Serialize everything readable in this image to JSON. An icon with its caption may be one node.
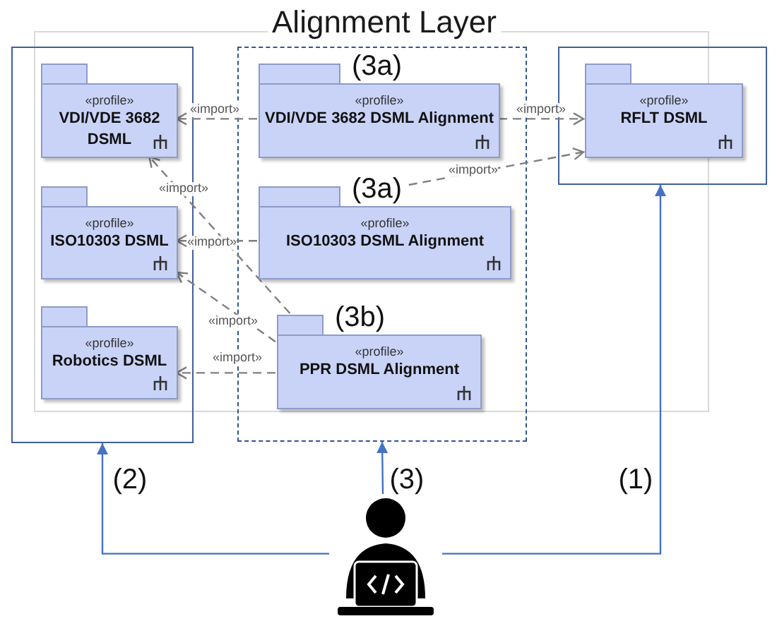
{
  "diagram": {
    "title": "Alignment Layer",
    "nodes": [
      {
        "text": [],
        "shape": "box"
      },
      {
        "text": [
          "«profile»",
          "VDI/VDE 3682 DSML"
        ],
        "in": 0
      },
      {
        "text": [
          "«profile»",
          "ISO10303 DSML"
        ],
        "in": 0
      },
      {
        "text": [
          "«profile»",
          "Robotics DSML"
        ],
        "in": 0
      },
      {
        "text": [],
        "shape": "box"
      },
      {
        "text": [
          "«profile»",
          "VDI/VDE 3682 DSML Alignment"
        ],
        "in": 4,
        "beside": [
          "(3a)"
        ]
      },
      {
        "text": [
          "«profile»",
          "ISO10303 DSML Alignment"
        ],
        "in": 4,
        "beside": [
          "(3a)"
        ]
      },
      {
        "text": [
          "«profile»",
          "PPR DSML Alignment"
        ],
        "in": 4,
        "beside": [
          "(3b)"
        ]
      },
      {
        "text": [],
        "shape": "box"
      },
      {
        "text": [
          "«profile»",
          "RFLT DSML"
        ],
        "in": 8
      },
      {
        "text": [],
        "shape": "person"
      }
    ],
    "edges": [
      {
        "from": 5,
        "to": 1,
        "arrow": "to",
        "label": "«import»",
        "style": "dashed"
      },
      {
        "from": 5,
        "to": 9,
        "arrow": "to",
        "label": "«import»",
        "style": "dashed"
      },
      {
        "from": 6,
        "to": 2,
        "arrow": "to",
        "label": "«import»",
        "style": "dashed"
      },
      {
        "from": 6,
        "to": 9,
        "arrow": "to",
        "label": "«import»",
        "style": "dashed"
      },
      {
        "from": 7,
        "to": 1,
        "arrow": "to",
        "label": "«import»",
        "style": "dashed"
      },
      {
        "from": 7,
        "to": 2,
        "arrow": "to",
        "label": "«import»",
        "style": "dashed"
      },
      {
        "from": 7,
        "to": 3,
        "arrow": "to",
        "label": "«import»",
        "style": "dashed"
      },
      {
        "from": 10,
        "to": 8,
        "arrow": "to",
        "label": "(1)",
        "color": "#4472c4"
      },
      {
        "from": 10,
        "to": 0,
        "arrow": "to",
        "label": "(2)",
        "color": "#4472c4"
      },
      {
        "from": 10,
        "to": 4,
        "arrow": "to",
        "label": "(3)",
        "color": "#4472c4"
      }
    ]
  }
}
